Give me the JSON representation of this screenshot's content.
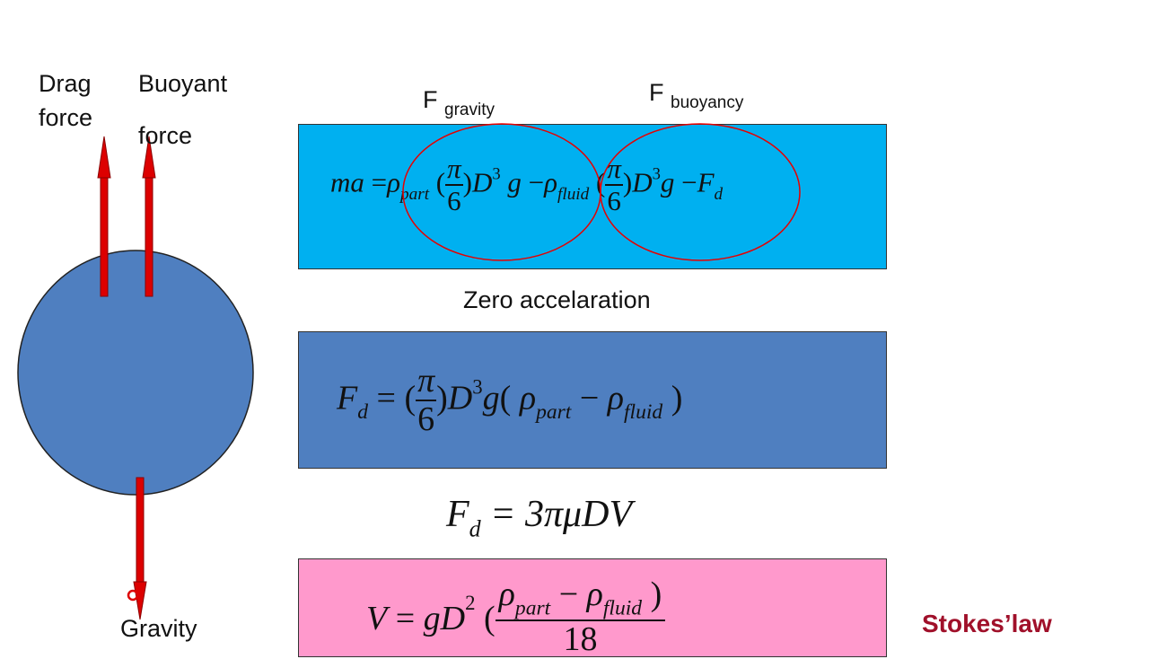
{
  "diagram": {
    "force_labels": {
      "drag_line1": "Drag",
      "drag_line2": "force",
      "buoyant_line1": "Buoyant",
      "buoyant_line2": "force",
      "gravity": "Gravity"
    },
    "circle_labels": {
      "gravity_main": "F",
      "gravity_sub": "gravity",
      "buoyancy_main": "F",
      "buoyancy_sub": "buoyancy"
    },
    "zero_acceleration": "Zero accelaration",
    "stokes_law": "Stokes’law",
    "colors": {
      "particle": "#4f7fc0",
      "arrow": "#dd0000",
      "box_top": "#00b0f0",
      "box_middle": "#4f7fc0",
      "box_bottom": "#ff99cc",
      "stokes": "#a0102a",
      "ellipse": "#e60000"
    }
  },
  "equations": {
    "eq1": {
      "ma": "ma",
      "equals": "=",
      "rho": "ρ",
      "part": "part",
      "pi": "π",
      "six": "6",
      "D": "D",
      "three": "3",
      "g": "g",
      "minus": "−",
      "fluid": "fluid",
      "F": "F",
      "d": "d"
    },
    "eq2": {
      "F": "F",
      "d": "d",
      "equals": "=",
      "pi": "π",
      "six": "6",
      "D": "D",
      "three": "3",
      "g": "g",
      "rho": "ρ",
      "part": "part",
      "minus": "−",
      "fluid": "fluid"
    },
    "eq3": {
      "F": "F",
      "d": "d",
      "rhs": "= 3πμDV"
    },
    "eq4": {
      "V": "V",
      "equals": "=",
      "gD": "gD",
      "two": "2",
      "rho": "ρ",
      "part": "part",
      "minus": "−",
      "fluid": "fluid",
      "eighteen": "18"
    }
  }
}
